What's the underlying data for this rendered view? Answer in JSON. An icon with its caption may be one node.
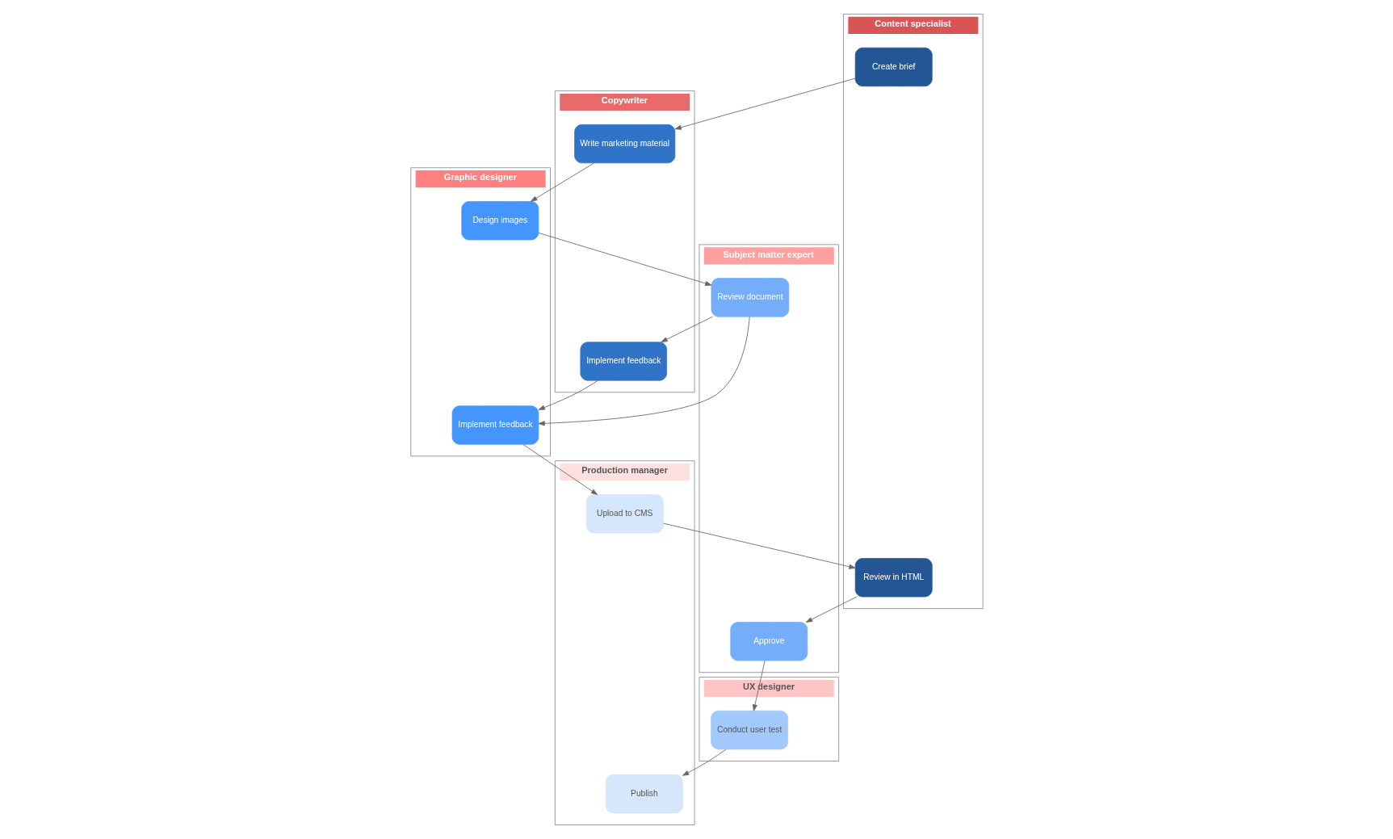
{
  "diagram": {
    "nodes": [
      {
        "text": [
          "Content specialist"
        ]
      },
      {
        "text": [
          "Copywriter"
        ]
      },
      {
        "text": [
          "Graphic designer"
        ]
      },
      {
        "text": [
          "Subject matter expert"
        ]
      },
      {
        "text": [
          "UX designer"
        ]
      },
      {
        "text": [
          "Production manager"
        ]
      },
      {
        "text": [
          "Create brief"
        ],
        "in": 0
      },
      {
        "text": [
          "Write marketing material"
        ],
        "in": 1
      },
      {
        "text": [
          "Design images"
        ],
        "in": 2
      },
      {
        "text": [
          "Review document"
        ],
        "in": 3
      },
      {
        "text": [
          "Implement feedback"
        ],
        "in": 1
      },
      {
        "text": [
          "Implement feedback"
        ],
        "in": 2
      },
      {
        "text": [
          "Upload to CMS"
        ],
        "in": 5
      },
      {
        "text": [
          "Review in HTML"
        ],
        "in": 0
      },
      {
        "text": [
          "Approve"
        ],
        "in": 3
      },
      {
        "text": [
          "Conduct user test"
        ],
        "in": 4
      },
      {
        "text": [
          "Publish"
        ],
        "in": 5
      }
    ],
    "edges": [
      {
        "from": 6,
        "to": 7,
        "arrow": "to"
      },
      {
        "from": 7,
        "to": 8,
        "arrow": "to"
      },
      {
        "from": 8,
        "to": 9,
        "arrow": "to"
      },
      {
        "from": 9,
        "to": 10,
        "arrow": "to"
      },
      {
        "from": 9,
        "to": 11,
        "arrow": "to"
      },
      {
        "from": 10,
        "to": 11,
        "arrow": "to"
      },
      {
        "from": 11,
        "to": 12,
        "arrow": "to"
      },
      {
        "from": 12,
        "to": 13,
        "arrow": "to"
      },
      {
        "from": 13,
        "to": 14,
        "arrow": "to"
      },
      {
        "from": 14,
        "to": 15,
        "arrow": "to"
      },
      {
        "from": 15,
        "to": 16,
        "arrow": "to"
      }
    ]
  }
}
